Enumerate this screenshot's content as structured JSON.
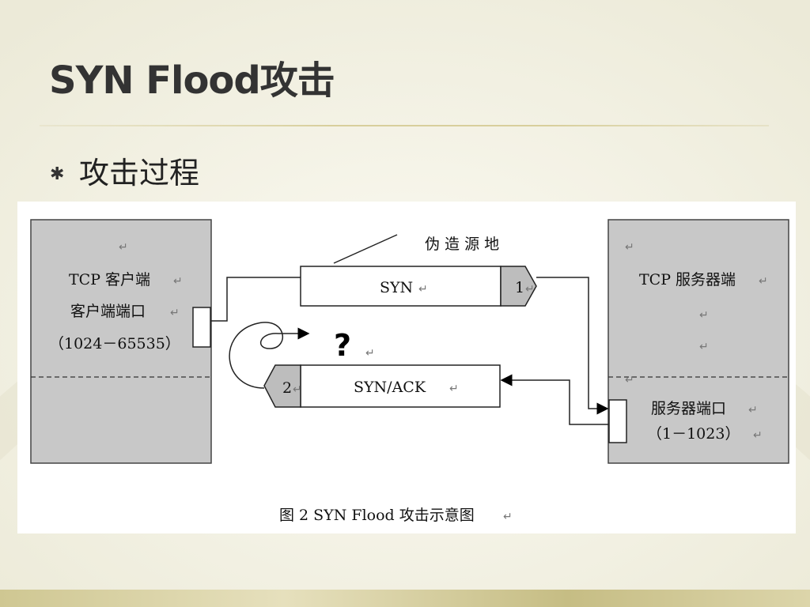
{
  "slide": {
    "title": "SYN Flood攻击",
    "bullet_text": "攻击过程"
  },
  "figure": {
    "client": {
      "line1": "TCP 客户端",
      "line2": "客户端端口",
      "line3": "（1024－65535）"
    },
    "server": {
      "line1": "TCP 服务器端",
      "line2": "服务器端口",
      "line3": "（1－1023）"
    },
    "forged_source_label": "伪 造 源 地",
    "syn_label": "SYN",
    "syn_step": "1",
    "synack_label": "SYN/ACK",
    "synack_step": "2",
    "question_mark": "?",
    "caption": "图 2 SYN Flood 攻击示意图",
    "return_mark": "↵"
  },
  "colors": {
    "box_fill": "#c8c8c8",
    "tab_fill": "#bdbdbd",
    "figure_bg": "#ffffff",
    "title_text": "#333333"
  }
}
